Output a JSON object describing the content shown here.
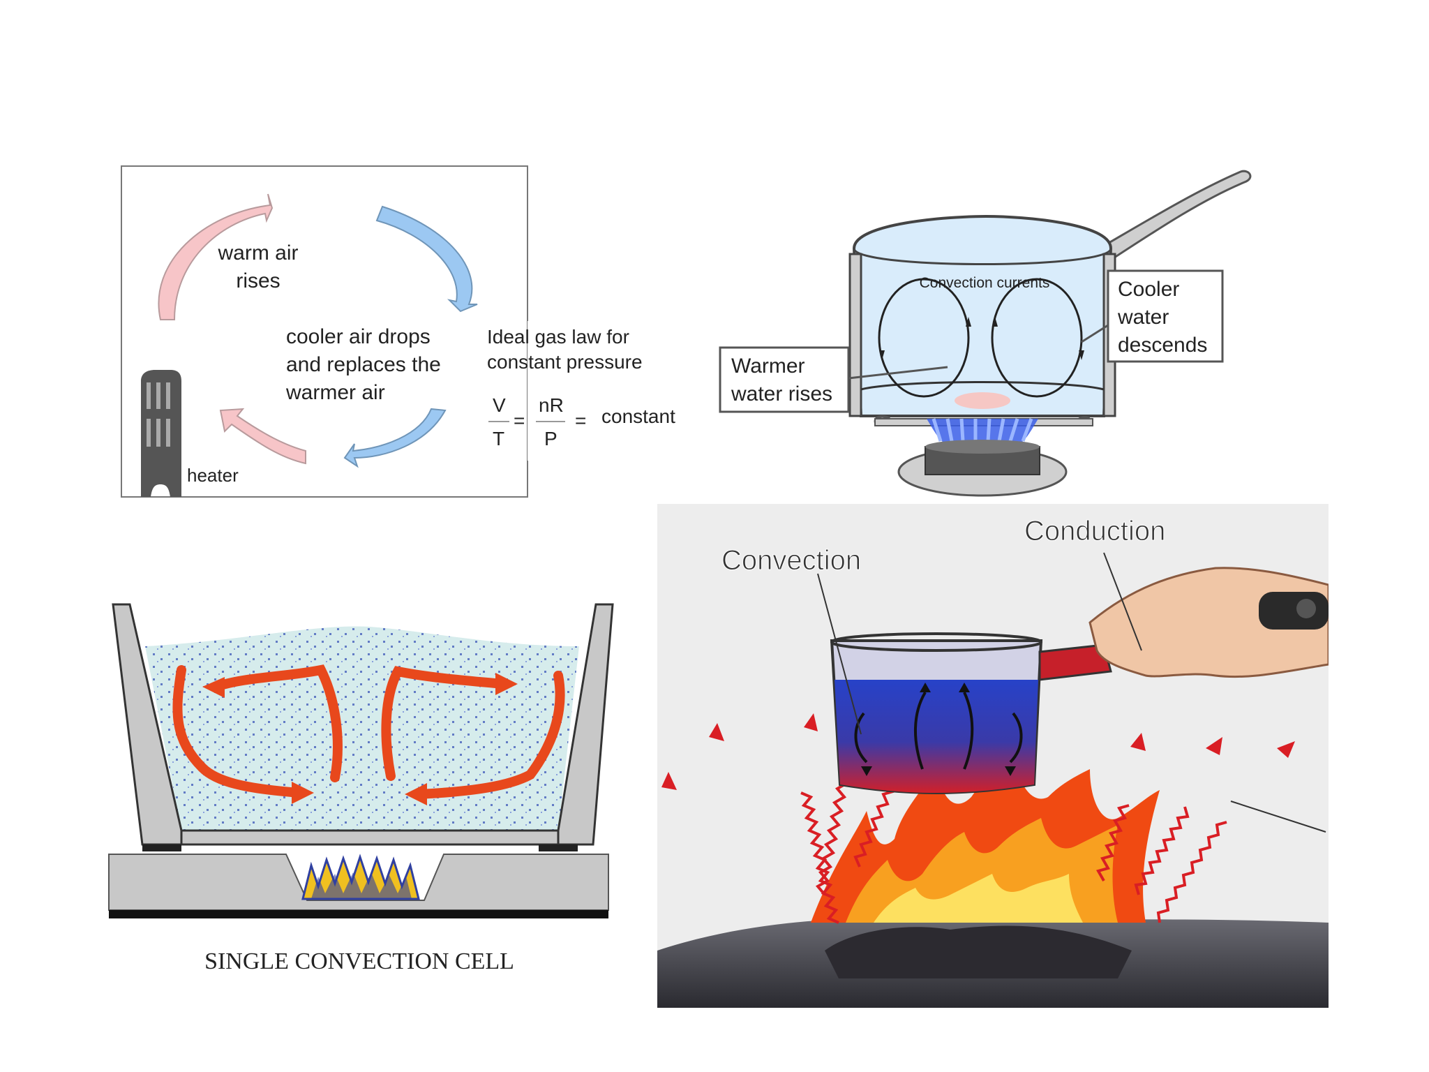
{
  "panel_air": {
    "warm_line1": "warm air",
    "warm_line2": "rises",
    "cool_line1": "cooler air drops",
    "cool_line2": "and replaces the",
    "cool_line3": "warmer air",
    "heater": "heater",
    "colors": {
      "warm_arrow": "#f7c5c8",
      "cool_arrow": "#9cc8f2",
      "heater": "#555555"
    }
  },
  "gas_law": {
    "line1": "Ideal gas law for",
    "line2": "constant pressure",
    "v": "V",
    "t": "T",
    "eq1": "=",
    "nr": "nR",
    "p": "P",
    "eq2": "=",
    "constant": "constant"
  },
  "panel_pot": {
    "title": "Convection currents",
    "cooler_line1": "Cooler",
    "cooler_line2": "water",
    "cooler_line3": "descends",
    "warmer_line1": "Warmer",
    "warmer_line2": "water rises",
    "colors": {
      "water": "#d9ecfb",
      "flame": "#3a5ee8",
      "pot": "#cfcfcf"
    }
  },
  "panel_cell": {
    "caption": "SINGLE CONVECTION CELL",
    "colors": {
      "arrow": "#e8481c",
      "water": "#d6ecec",
      "dots": "#3b55b8",
      "wall": "#c8c8c8"
    }
  },
  "panel_fire": {
    "convection": "Convection",
    "conduction": "Conduction",
    "colors": {
      "water_top": "#2742c8",
      "water_bottom": "#d0202a",
      "waves": "#d91e24",
      "flame": "#f04a12"
    }
  }
}
